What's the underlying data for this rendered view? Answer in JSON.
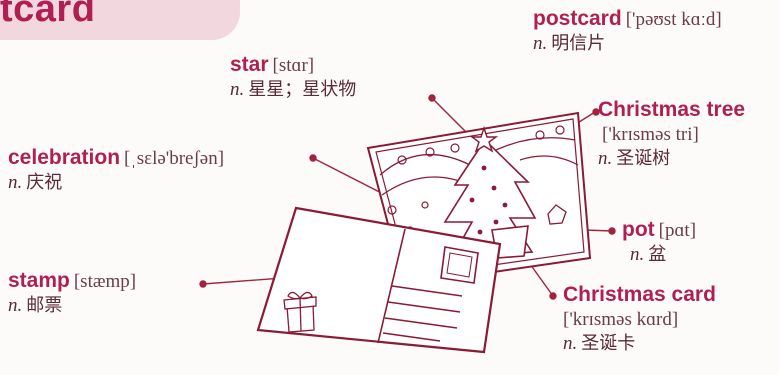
{
  "header": {
    "title": "tcard"
  },
  "entries": {
    "postcard": {
      "word": "postcard",
      "ipa": "['pəʊst kɑːd]",
      "pos": "n.",
      "meaning": "明信片"
    },
    "star": {
      "word": "star",
      "ipa": "[stɑr]",
      "pos": "n.",
      "meaning": "星星；星状物"
    },
    "christmas_tree": {
      "word": "Christmas tree",
      "ipa": "['krɪsməs tri]",
      "pos": "n.",
      "meaning": "圣诞树"
    },
    "celebration": {
      "word": "celebration",
      "ipa": "[ˌsɛlə'breʃən]",
      "pos": "n.",
      "meaning": "庆祝"
    },
    "pot": {
      "word": "pot",
      "ipa": "[pɑt]",
      "pos": "n.",
      "meaning": "盆"
    },
    "stamp": {
      "word": "stamp",
      "ipa": "[stæmp]",
      "pos": "n.",
      "meaning": "邮票"
    },
    "christmas_card": {
      "word": "Christmas card",
      "ipa": "['krɪsməs kɑrd]",
      "pos": "n.",
      "meaning": "圣诞卡"
    }
  },
  "colors": {
    "accent": "#b01f52",
    "line": "#a0243e",
    "banner": "#f3d7de"
  }
}
